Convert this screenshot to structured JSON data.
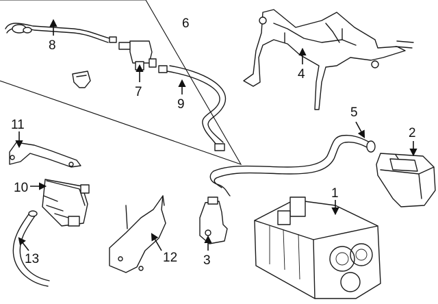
{
  "callouts": {
    "c1": "1",
    "c2": "2",
    "c3": "3",
    "c4": "4",
    "c5": "5",
    "c6": "6",
    "c7": "7",
    "c8": "8",
    "c9": "9",
    "c10": "10",
    "c11": "11",
    "c12": "12",
    "c13": "13"
  },
  "colors": {
    "line": "#1a1a1a",
    "background": "#ffffff"
  }
}
